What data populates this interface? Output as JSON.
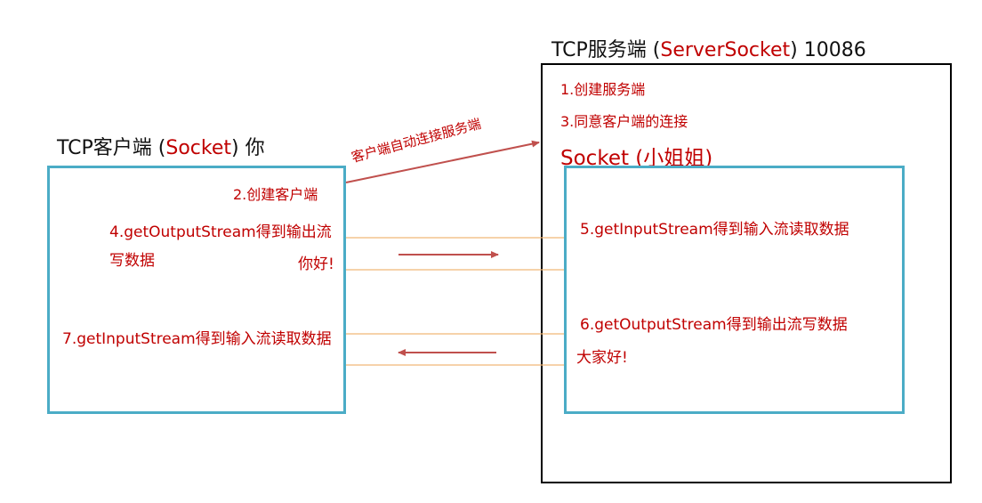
{
  "colors": {
    "red": "#c00000",
    "arrow": "#c0504d",
    "box_blue": "#4bacc6",
    "stream_line": "#f0b678",
    "server_border": "#000000"
  },
  "server": {
    "title_prefix": "TCP服务端 (",
    "title_highlight": "ServerSocket",
    "title_suffix": ") 10086",
    "step1": "1.创建服务端",
    "step3": "3.同意客户端的连接",
    "socket_label": "Socket (小姐姐)",
    "step5": "5.getInputStream得到输入流读取数据",
    "step6": "6.getOutputStream得到输出流写数据",
    "message_out": "大家好!"
  },
  "client": {
    "title_prefix": "TCP客户端 (",
    "title_highlight": "Socket",
    "title_suffix": ") 你",
    "step2": "2.创建客户端",
    "step4_line1": "4.getOutputStream得到输出流",
    "step4_line2": "写数据",
    "message_out": "你好!",
    "step7": "7.getInputStream得到输入流读取数据"
  },
  "connection_label": "客户端自动连接服务端"
}
